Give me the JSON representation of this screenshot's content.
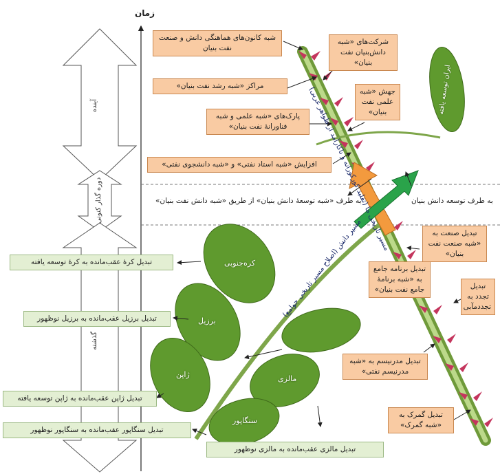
{
  "axis": {
    "title": "زمان"
  },
  "timeline": {
    "future": "آینده",
    "transition": "دوره گذار کنونی",
    "past": "گذشته"
  },
  "future_boxes": {
    "b1": "شبه کانون‌های هماهنگی دانش و صنعت نفت بنیان",
    "b2": "شرکت‌های «شبه دانش‌بنیان نفت بنیان»",
    "b3": "مراکز «شبه رشد نفت بنیان»",
    "b4": "جهش «شبه علمی نفت بنیان»",
    "b5": "پارک‌های «شبه علمی و شبه فناورانهٔ نفت بنیان»",
    "b6": "افزایش «شبه استاد نفتی» و «شبه دانشجوی نفتی»"
  },
  "goal_leaf": "ایران توسعه یافته",
  "direction_labels": {
    "left": "به طرف «شبه توسعهٔ دانش بنیان» از طریق «شبه دانش نفت بنیان»",
    "right": "به طرف توسعه دانش بنیان"
  },
  "stem_text": "مسیر تاریخی ما (تقلید کورکورانه و ناکارآمد از ظواهر غربی)",
  "branch_text": "مسیر دانش (اصلاح مسیر تاریخی جوامع)",
  "past_boxes": {
    "p1": "تبدیل صنعت به «شبه صنعت نفت بنیان»",
    "p2": "تبدیل برنامه جامع به «شبه برنامهٔ جامع نفت بنیان»",
    "p3": "تبدیل تجدد به تجددمآبی",
    "p4": "تبدیل مدرنیسم به «شبه مدرنیسم نفتی»",
    "p5": "تبدیل گمرک به «شبه گمرک»"
  },
  "leaves": {
    "korea": "کره‌جنوبی",
    "brazil": "برزیل",
    "japan": "ژاپن",
    "malaysia": "مالزی",
    "singapore": "سنگاپور"
  },
  "green_boxes": {
    "g1": "تبدیل کرهٔ عقب‌مانده به کرهٔ توسعه یافته",
    "g2": "تبدیل برزیل عقب‌مانده به برزیل نوظهور",
    "g3": "تبدیل ژاپن عقب‌مانده به ژاپن توسعه یافته",
    "g4": "تبدیل سنگاپور عقب‌مانده به سنگاپور نوظهور",
    "g5": "تبدیل مالزی عقب‌مانده به مالزی نوظهور"
  },
  "colors": {
    "stem": "#9cbf62",
    "leaf": "#5f9a2e",
    "thorn": "#c4355d",
    "box_orange": "#f9cba3",
    "box_green": "#e3efd3",
    "arrow_orange": "#f39a3e",
    "arrow_green": "#2aa34a"
  }
}
